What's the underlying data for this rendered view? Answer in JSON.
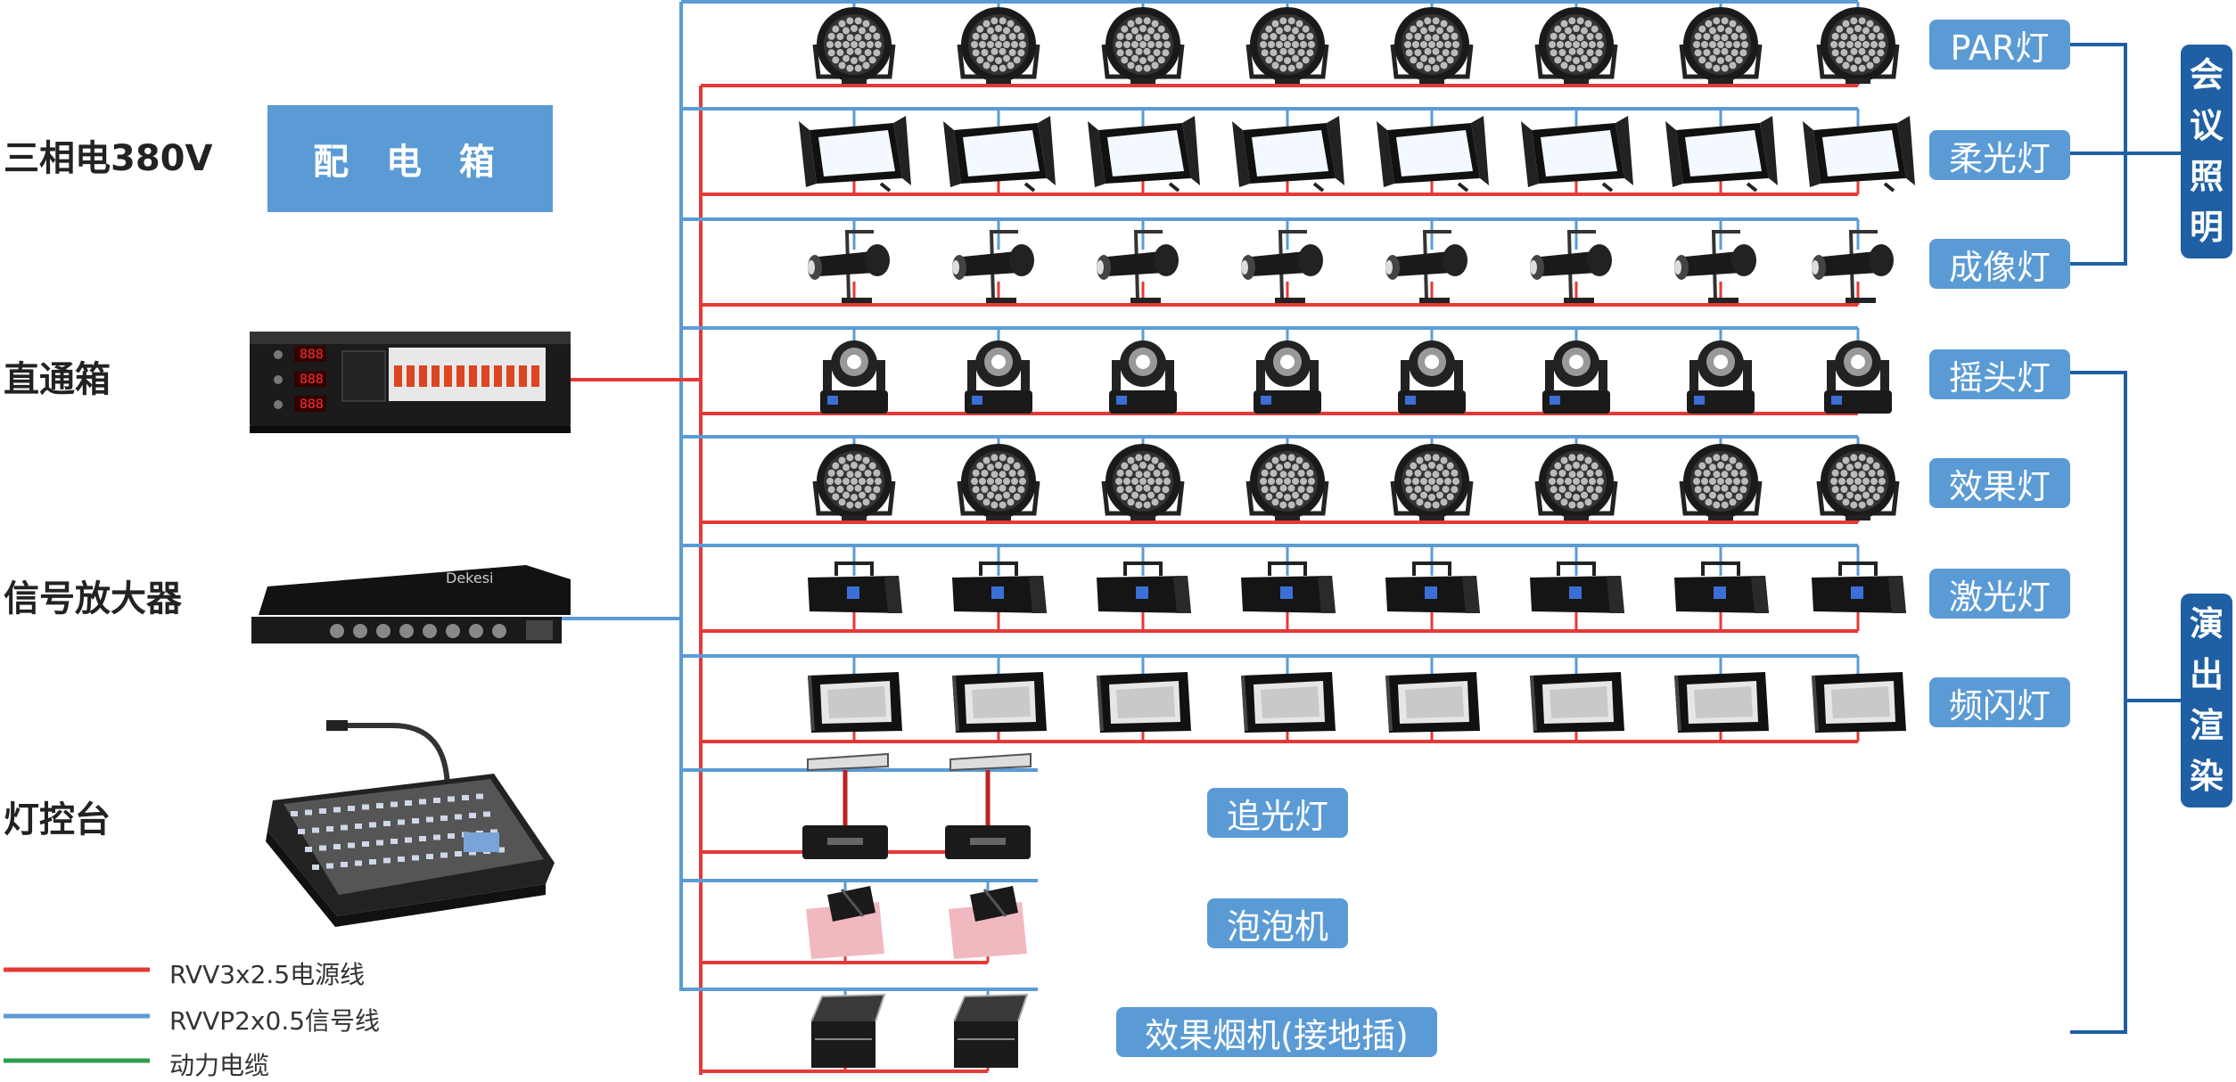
{
  "left_labels": {
    "power": "三相电380V",
    "through_box": "直通箱",
    "amplifier": "信号放大器",
    "console": "灯控台"
  },
  "distribution_box": "配 电 箱",
  "device_brand": "Dekesi",
  "fixtures": {
    "par": "PAR灯",
    "soft": "柔光灯",
    "imaging": "成像灯",
    "moving_head": "摇头灯",
    "effect": "效果灯",
    "laser": "激光灯",
    "strobe": "频闪灯",
    "follow_spot": "追光灯",
    "bubble": "泡泡机",
    "smoke": "效果烟机(接地插)"
  },
  "groups": {
    "meeting": [
      "会",
      "议",
      "照",
      "明"
    ],
    "performance": [
      "演",
      "出",
      "渲",
      "染"
    ]
  },
  "legend": [
    {
      "label": "RVV3x2.5电源线",
      "color": "#e53935"
    },
    {
      "label": "RVVP2x0.5信号线",
      "color": "#5b9bd5"
    },
    {
      "label": "动力电缆",
      "color": "#2e9d4d"
    }
  ],
  "colors": {
    "power": "#e53935",
    "signal": "#5b9bd5",
    "accent": "#1f5fa3",
    "label_box": "#5b9bd5"
  }
}
